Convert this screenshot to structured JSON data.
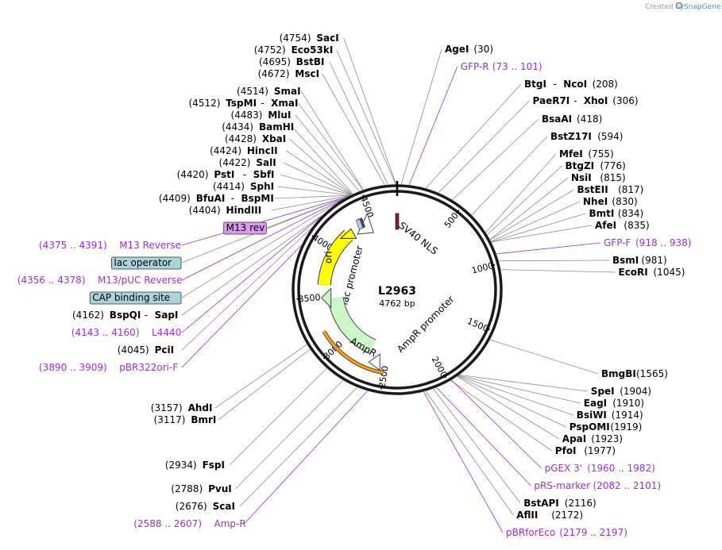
{
  "credit": {
    "prefix": "Created by",
    "brand": "SnapGene"
  },
  "plasmid": {
    "name": "L2963",
    "size_label": "4762 bp",
    "length": 4762
  },
  "ring_ticks": [
    {
      "pos": 500,
      "label": "500"
    },
    {
      "pos": 1000,
      "label": "1000"
    },
    {
      "pos": 1500,
      "label": "1500"
    },
    {
      "pos": 2000,
      "label": "2000"
    },
    {
      "pos": 2500,
      "label": "2500"
    },
    {
      "pos": 3000,
      "label": "3000"
    },
    {
      "pos": 3500,
      "label": "3500"
    },
    {
      "pos": 4000,
      "label": "4000"
    },
    {
      "pos": 4500,
      "label": "4500"
    }
  ],
  "features": [
    {
      "name": "SV40 NLS",
      "start": 4745,
      "end": 20,
      "type": "nls",
      "color": "#7a1f4e",
      "label_mode": "inside"
    },
    {
      "name": "lac promoter",
      "start": 4180,
      "end": 4440,
      "type": "promoter",
      "color": "#ffffff",
      "label_mode": "inside"
    },
    {
      "name": "ori",
      "start": 3620,
      "end": 4210,
      "type": "origin",
      "color": "#ffff00",
      "label_mode": "inside"
    },
    {
      "name": "AmpR",
      "start": 2690,
      "end": 3470,
      "type": "cds",
      "color": "#ccf5c8",
      "label_mode": "inside"
    },
    {
      "name": "AmpR promoter",
      "start": 2590,
      "end": 2690,
      "type": "promoter",
      "color": "#ffffff",
      "label_mode": "inside"
    }
  ],
  "boxed_features": [
    {
      "name": "M13 rev",
      "pos": 4390,
      "fill": "#dd99f0",
      "stroke": "#9b30d9"
    },
    {
      "name": "lac operator",
      "pos": 4380,
      "fill": "#a9d4dc",
      "stroke": "#4a8a99"
    },
    {
      "name": "CAP binding site",
      "pos": 4345,
      "fill": "#a9d4dc",
      "stroke": "#4a8a99"
    }
  ],
  "site_labels": [
    {
      "kind": "enzyme",
      "side": "right",
      "pos": 30,
      "parts": [
        {
          "t": "AgeI",
          "b": true
        },
        {
          "t": "(30)"
        }
      ]
    },
    {
      "kind": "primer",
      "side": "right",
      "pos": 87,
      "parts": [
        {
          "t": "GFP-R"
        },
        {
          "t": "(73 .. 101)"
        }
      ]
    },
    {
      "kind": "enzyme",
      "side": "right",
      "pos": 208,
      "parts": [
        {
          "t": "BtgI",
          "b": true
        },
        {
          "t": "-"
        },
        {
          "t": "NcoI",
          "b": true
        },
        {
          "t": "(208)"
        }
      ]
    },
    {
      "kind": "enzyme",
      "side": "right",
      "pos": 306,
      "parts": [
        {
          "t": "PaeR7I",
          "b": true
        },
        {
          "t": "-"
        },
        {
          "t": "XhoI",
          "b": true
        },
        {
          "t": "(306)"
        }
      ]
    },
    {
      "kind": "enzyme",
      "side": "right",
      "pos": 418,
      "parts": [
        {
          "t": "BsaAI",
          "b": true
        },
        {
          "t": "(418)"
        }
      ]
    },
    {
      "kind": "enzyme",
      "side": "right",
      "pos": 594,
      "parts": [
        {
          "t": "BstZ17I",
          "b": true
        },
        {
          "t": "(594)"
        }
      ]
    },
    {
      "kind": "enzyme",
      "side": "right",
      "pos": 755,
      "parts": [
        {
          "t": "MfeI",
          "b": true
        },
        {
          "t": "(755)"
        }
      ]
    },
    {
      "kind": "enzyme",
      "side": "right",
      "pos": 776,
      "parts": [
        {
          "t": "BtgZI",
          "b": true
        },
        {
          "t": "(776)"
        }
      ]
    },
    {
      "kind": "enzyme",
      "side": "right",
      "pos": 815,
      "parts": [
        {
          "t": "NsiI",
          "b": true
        },
        {
          "t": "(815)"
        }
      ]
    },
    {
      "kind": "enzyme",
      "side": "right",
      "pos": 817,
      "parts": [
        {
          "t": "BstEII",
          "b": true
        },
        {
          "t": "(817)"
        }
      ]
    },
    {
      "kind": "enzyme",
      "side": "right",
      "pos": 830,
      "parts": [
        {
          "t": "NheI",
          "b": true
        },
        {
          "t": "(830)"
        }
      ]
    },
    {
      "kind": "enzyme",
      "side": "right",
      "pos": 834,
      "parts": [
        {
          "t": "BmtI",
          "b": true
        },
        {
          "t": "(834)"
        }
      ]
    },
    {
      "kind": "enzyme",
      "side": "right",
      "pos": 835,
      "parts": [
        {
          "t": "AfeI",
          "b": true
        },
        {
          "t": "(835)"
        }
      ]
    },
    {
      "kind": "primer",
      "side": "right",
      "pos": 928,
      "parts": [
        {
          "t": "GFP-F"
        },
        {
          "t": "(918 .. 938)"
        }
      ]
    },
    {
      "kind": "enzyme",
      "side": "right",
      "pos": 981,
      "parts": [
        {
          "t": "BsmI",
          "b": true
        },
        {
          "t": "(981)"
        }
      ]
    },
    {
      "kind": "enzyme",
      "side": "right",
      "pos": 1045,
      "parts": [
        {
          "t": "EcoRI",
          "b": true
        },
        {
          "t": "(1045)"
        }
      ]
    },
    {
      "kind": "enzyme",
      "side": "right",
      "pos": 1565,
      "parts": [
        {
          "t": "BmgBI",
          "b": true
        },
        {
          "t": "(1565)"
        }
      ]
    },
    {
      "kind": "enzyme",
      "side": "right",
      "pos": 1904,
      "parts": [
        {
          "t": "SpeI",
          "b": true
        },
        {
          "t": "(1904)"
        }
      ]
    },
    {
      "kind": "enzyme",
      "side": "right",
      "pos": 1910,
      "parts": [
        {
          "t": "EagI",
          "b": true
        },
        {
          "t": "(1910)"
        }
      ]
    },
    {
      "kind": "enzyme",
      "side": "right",
      "pos": 1914,
      "parts": [
        {
          "t": "BsiWI",
          "b": true
        },
        {
          "t": "(1914)"
        }
      ]
    },
    {
      "kind": "enzyme",
      "side": "right",
      "pos": 1919,
      "parts": [
        {
          "t": "PspOMI",
          "b": true
        },
        {
          "t": "(1919)"
        }
      ]
    },
    {
      "kind": "enzyme",
      "side": "right",
      "pos": 1923,
      "parts": [
        {
          "t": "ApaI",
          "b": true
        },
        {
          "t": "(1923)"
        }
      ]
    },
    {
      "kind": "enzyme",
      "side": "right",
      "pos": 1977,
      "parts": [
        {
          "t": "PfoI",
          "b": true
        },
        {
          "t": "(1977)"
        }
      ]
    },
    {
      "kind": "primer",
      "side": "right",
      "pos": 1971,
      "parts": [
        {
          "t": "pGEX 3'"
        },
        {
          "t": "(1960 .. 1982)"
        }
      ]
    },
    {
      "kind": "primer",
      "side": "right",
      "pos": 2091,
      "parts": [
        {
          "t": "pRS-marker"
        },
        {
          "t": "(2082 .. 2101)"
        }
      ]
    },
    {
      "kind": "enzyme",
      "side": "right",
      "pos": 2116,
      "parts": [
        {
          "t": "BstAPI",
          "b": true
        },
        {
          "t": "(2116)"
        }
      ]
    },
    {
      "kind": "enzyme",
      "side": "right",
      "pos": 2172,
      "parts": [
        {
          "t": "AflII",
          "b": true
        },
        {
          "t": "(2172)"
        }
      ]
    },
    {
      "kind": "primer",
      "side": "right",
      "pos": 2188,
      "parts": [
        {
          "t": "pBRforEco"
        },
        {
          "t": "(2179 .. 2197)"
        }
      ]
    },
    {
      "kind": "primer",
      "side": "left",
      "pos": 2597,
      "parts": [
        {
          "t": "(2588 .. 2607)"
        },
        {
          "t": "Amp-R"
        }
      ]
    },
    {
      "kind": "enzyme",
      "side": "left",
      "pos": 2676,
      "parts": [
        {
          "t": "(2676)"
        },
        {
          "t": "ScaI",
          "b": true
        }
      ]
    },
    {
      "kind": "enzyme",
      "side": "left",
      "pos": 2788,
      "parts": [
        {
          "t": "(2788)"
        },
        {
          "t": "PvuI",
          "b": true
        }
      ]
    },
    {
      "kind": "enzyme",
      "side": "left",
      "pos": 2934,
      "parts": [
        {
          "t": "(2934)"
        },
        {
          "t": "FspI",
          "b": true
        }
      ]
    },
    {
      "kind": "enzyme",
      "side": "left",
      "pos": 3117,
      "parts": [
        {
          "t": "(3117)"
        },
        {
          "t": "BmrI",
          "b": true
        }
      ]
    },
    {
      "kind": "enzyme",
      "side": "left",
      "pos": 3157,
      "parts": [
        {
          "t": "(3157)"
        },
        {
          "t": "AhdI",
          "b": true
        }
      ]
    },
    {
      "kind": "primer",
      "side": "left",
      "pos": 3900,
      "parts": [
        {
          "t": "(3890 .. 3909)"
        },
        {
          "t": "pBR322ori-F"
        }
      ]
    },
    {
      "kind": "enzyme",
      "side": "left",
      "pos": 4045,
      "parts": [
        {
          "t": "(4045)"
        },
        {
          "t": "PciI",
          "b": true
        }
      ]
    },
    {
      "kind": "primer",
      "side": "left",
      "pos": 4152,
      "parts": [
        {
          "t": "(4143 .. 4160)"
        },
        {
          "t": "L4440"
        }
      ]
    },
    {
      "kind": "enzyme",
      "side": "left",
      "pos": 4162,
      "parts": [
        {
          "t": "(4162)"
        },
        {
          "t": "BspQI",
          "b": true
        },
        {
          "t": "-"
        },
        {
          "t": "SapI",
          "b": true
        }
      ]
    },
    {
      "kind": "box",
      "side": "left",
      "pos": 4345,
      "box": 2,
      "parts": [
        {
          "t": "CAP binding site"
        }
      ]
    },
    {
      "kind": "primer",
      "side": "left",
      "pos": 4367,
      "parts": [
        {
          "t": "(4356 .. 4378)"
        },
        {
          "t": "M13/pUC Reverse"
        }
      ]
    },
    {
      "kind": "box",
      "side": "left",
      "pos": 4380,
      "box": 1,
      "parts": [
        {
          "t": "lac operator"
        }
      ]
    },
    {
      "kind": "primer",
      "side": "left",
      "pos": 4383,
      "parts": [
        {
          "t": "(4375 .. 4391)"
        },
        {
          "t": "M13 Reverse"
        }
      ]
    },
    {
      "kind": "box",
      "side": "left",
      "pos": 4390,
      "box": 0,
      "parts": [
        {
          "t": "M13 rev"
        }
      ]
    },
    {
      "kind": "enzyme",
      "side": "left",
      "pos": 4404,
      "parts": [
        {
          "t": "(4404)"
        },
        {
          "t": "HindIII",
          "b": true
        }
      ]
    },
    {
      "kind": "enzyme",
      "side": "left",
      "pos": 4409,
      "parts": [
        {
          "t": "(4409)"
        },
        {
          "t": "BfuAI",
          "b": true
        },
        {
          "t": "-"
        },
        {
          "t": "BspMI",
          "b": true
        }
      ]
    },
    {
      "kind": "enzyme",
      "side": "left",
      "pos": 4414,
      "parts": [
        {
          "t": "(4414)"
        },
        {
          "t": "SphI",
          "b": true
        }
      ]
    },
    {
      "kind": "enzyme",
      "side": "left",
      "pos": 4420,
      "parts": [
        {
          "t": "(4420)"
        },
        {
          "t": "PstI",
          "b": true
        },
        {
          "t": "-"
        },
        {
          "t": "SbfI",
          "b": true
        }
      ]
    },
    {
      "kind": "enzyme",
      "side": "left",
      "pos": 4422,
      "parts": [
        {
          "t": "(4422)"
        },
        {
          "t": "SalI",
          "b": true
        }
      ]
    },
    {
      "kind": "enzyme",
      "side": "left",
      "pos": 4424,
      "parts": [
        {
          "t": "(4424)"
        },
        {
          "t": "HincII",
          "b": true
        }
      ]
    },
    {
      "kind": "enzyme",
      "side": "left",
      "pos": 4428,
      "parts": [
        {
          "t": "(4428)"
        },
        {
          "t": "XbaI",
          "b": true
        }
      ]
    },
    {
      "kind": "enzyme",
      "side": "left",
      "pos": 4434,
      "parts": [
        {
          "t": "(4434)"
        },
        {
          "t": "BamHI",
          "b": true
        }
      ]
    },
    {
      "kind": "enzyme",
      "side": "left",
      "pos": 4483,
      "parts": [
        {
          "t": "(4483)"
        },
        {
          "t": "MluI",
          "b": true
        }
      ]
    },
    {
      "kind": "enzyme",
      "side": "left",
      "pos": 4512,
      "parts": [
        {
          "t": "(4512)"
        },
        {
          "t": "TspMI",
          "b": true
        },
        {
          "t": "-"
        },
        {
          "t": "XmaI",
          "b": true
        }
      ]
    },
    {
      "kind": "enzyme",
      "side": "left",
      "pos": 4514,
      "parts": [
        {
          "t": "(4514)"
        },
        {
          "t": "SmaI",
          "b": true
        }
      ]
    },
    {
      "kind": "enzyme",
      "side": "left",
      "pos": 4672,
      "parts": [
        {
          "t": "(4672)"
        },
        {
          "t": "MscI",
          "b": true
        }
      ]
    },
    {
      "kind": "enzyme",
      "side": "left",
      "pos": 4695,
      "parts": [
        {
          "t": "(4695)"
        },
        {
          "t": "BstBI",
          "b": true
        }
      ]
    },
    {
      "kind": "enzyme",
      "side": "left",
      "pos": 4752,
      "parts": [
        {
          "t": "(4752)"
        },
        {
          "t": "Eco53kI",
          "b": true
        }
      ]
    },
    {
      "kind": "enzyme",
      "side": "left",
      "pos": 4754,
      "parts": [
        {
          "t": "(4754)"
        },
        {
          "t": "SacI",
          "b": true
        }
      ]
    }
  ],
  "colors": {
    "enzyme_line": "#8c8c8c",
    "primer": "#9b30d9",
    "backbone": "#1a1a1a",
    "amp_arc": "#f0a22e"
  }
}
